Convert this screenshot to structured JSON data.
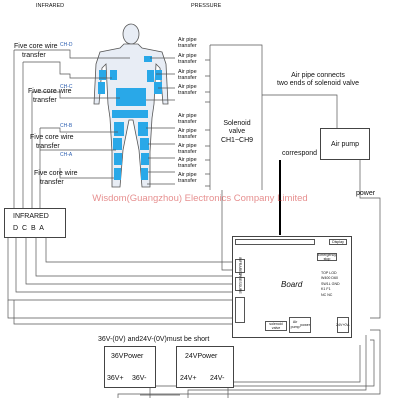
{
  "headers": {
    "infrared": "INFRARED",
    "pressure": "PRESSURE"
  },
  "channels": [
    "CH-D",
    "CH-C",
    "CH-B",
    "CH-A"
  ],
  "five_core_label": [
    "Five core wire",
    "transfer"
  ],
  "air_pipe_label": [
    "Air pipe",
    "transfer"
  ],
  "solenoid": {
    "line1": "Solenoid",
    "line2": "valve",
    "line3": "CH1~CH9"
  },
  "air_pipe_connects": {
    "line1": "Air pipe connects",
    "line2": "two ends of solenoid valve"
  },
  "air_pump": "Air pump",
  "correspond": "correspond",
  "power": "power",
  "watermark": "Wisdom(Guangzhou) Electronics Company Limited",
  "infrared_box": {
    "title": "INFRARED",
    "pins": "D  C  B  A"
  },
  "board": {
    "title": "Board",
    "display": "Display",
    "emergency": "Emergency stop",
    "top_labels": [
      "TOP",
      "LOD",
      "W400",
      "D60",
      "SW1L",
      "GND",
      "K1",
      "F1",
      "NC",
      "NC"
    ],
    "infrared_ports": [
      "INFRARED",
      "PRESSURE"
    ],
    "bottom_labels": [
      "solenoid valve",
      "Air pump",
      "power",
      "24V+",
      "0V-"
    ]
  },
  "short_note": "36V-(0V) and24V-(0V)must be short",
  "power36": {
    "title": "36VPower",
    "plus": "36V+",
    "minus": "36V-"
  },
  "power24": {
    "title": "24VPower",
    "plus": "24V+",
    "minus": "24V-"
  }
}
